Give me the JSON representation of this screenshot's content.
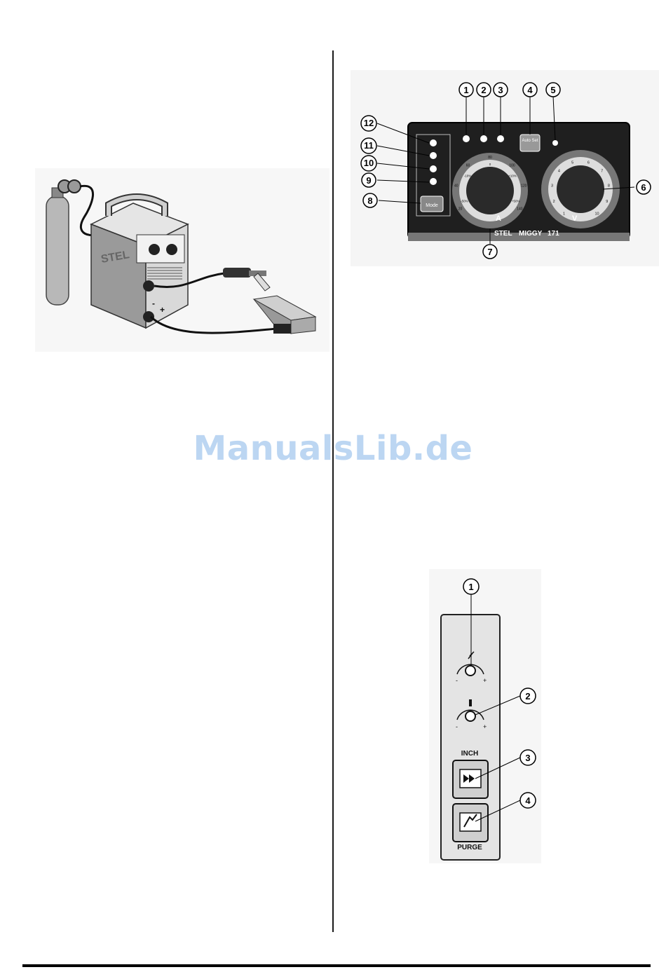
{
  "watermark": "ManualsLib.de",
  "illustration": {
    "brand": "STEL",
    "polarity": [
      "+",
      "-"
    ]
  },
  "control_panel": {
    "model": "MIGGY",
    "model_number": "171",
    "brand": "STEL",
    "auto_set_label": "Auto Set",
    "mode_button_label": "Mode",
    "wire_speed_unit": "A",
    "voltage_unit": "V",
    "callouts": [
      "1",
      "2",
      "3",
      "4",
      "5",
      "6",
      "7",
      "8",
      "9",
      "10",
      "11",
      "12"
    ],
    "left_dial_ticks": [
      "20",
      "40",
      "60",
      "80",
      "100",
      "120",
      "140"
    ],
    "left_dial_percent": [
      "-50%",
      "-10%",
      "0",
      "+10%",
      "+50%"
    ],
    "right_dial_ticks": [
      "1",
      "2",
      "3",
      "4",
      "5",
      "6",
      "7",
      "8",
      "9",
      "10"
    ]
  },
  "side_panel": {
    "inch_label": "INCH",
    "purge_label": "PURGE",
    "callouts": [
      "1",
      "2",
      "3",
      "4"
    ],
    "minus": "-",
    "plus": "+"
  }
}
